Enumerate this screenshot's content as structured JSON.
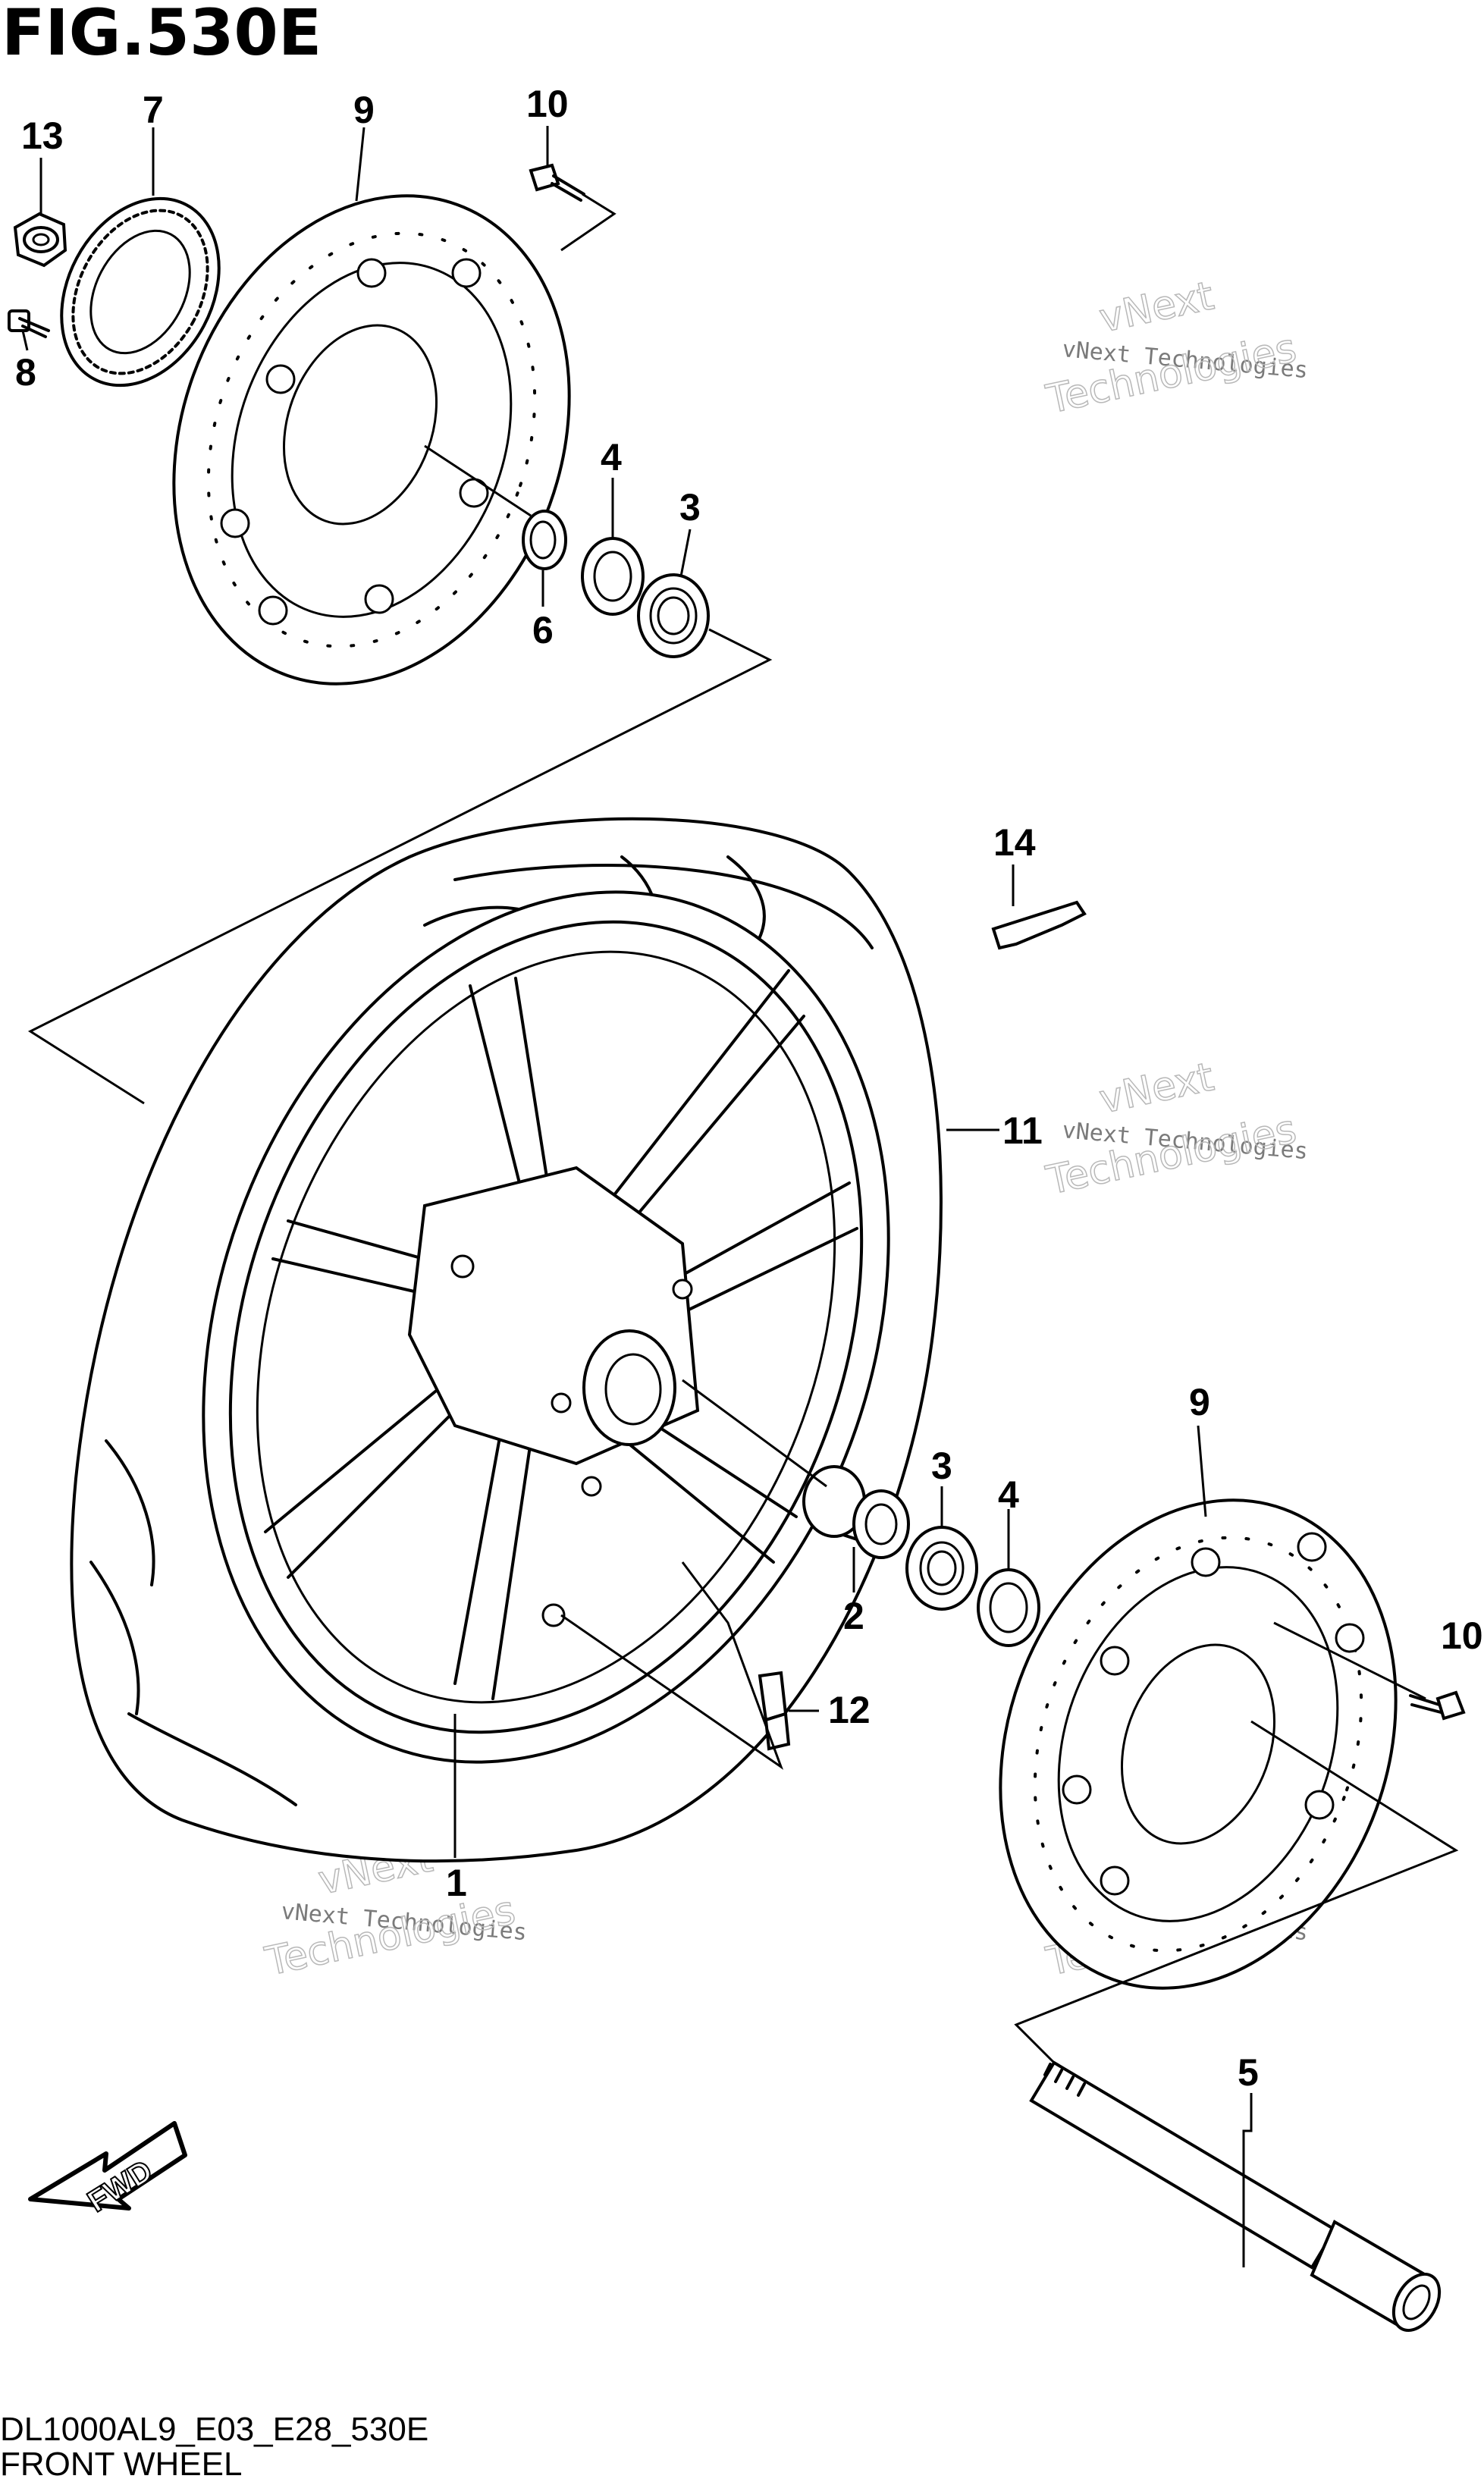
{
  "figure": {
    "title": "FIG.530E",
    "model_code": "DL1000AL9_E03_E28_530E",
    "caption": "FRONT WHEEL"
  },
  "callouts": [
    {
      "id": "c13",
      "label": "13"
    },
    {
      "id": "c7",
      "label": "7"
    },
    {
      "id": "c9a",
      "label": "9"
    },
    {
      "id": "c10a",
      "label": "10"
    },
    {
      "id": "c8",
      "label": "8"
    },
    {
      "id": "c4a",
      "label": "4"
    },
    {
      "id": "c3a",
      "label": "3"
    },
    {
      "id": "c6",
      "label": "6"
    },
    {
      "id": "c14",
      "label": "14"
    },
    {
      "id": "c11",
      "label": "11"
    },
    {
      "id": "c9b",
      "label": "9"
    },
    {
      "id": "c3b",
      "label": "3"
    },
    {
      "id": "c4b",
      "label": "4"
    },
    {
      "id": "c2",
      "label": "2"
    },
    {
      "id": "c10b",
      "label": "10"
    },
    {
      "id": "c12",
      "label": "12"
    },
    {
      "id": "c1",
      "label": "1"
    },
    {
      "id": "c5",
      "label": "5"
    }
  ],
  "watermark": {
    "line1": "vNext Technologies",
    "line2": "vNext",
    "line3": "Technologies"
  },
  "fwd_label": "FWD"
}
